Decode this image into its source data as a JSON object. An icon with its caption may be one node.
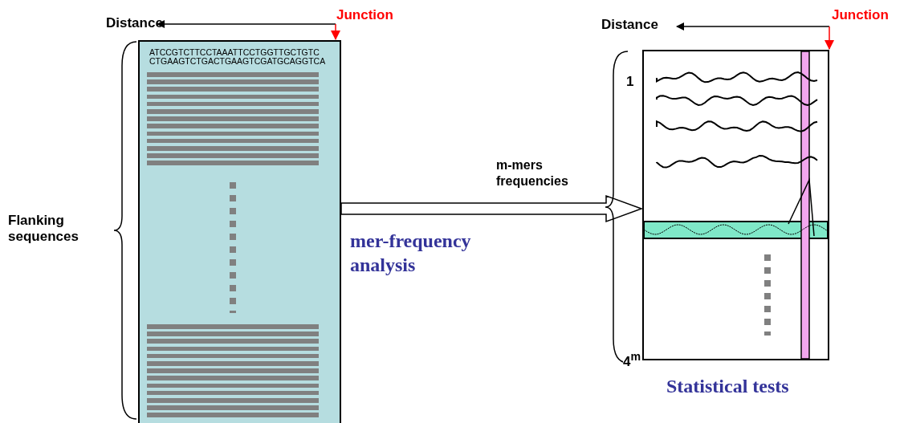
{
  "diagram": {
    "nodes": [
      {
        "text": [
          "ATCCGTCTTCCTAAATTCCTGGTTGCTGTC CTGAAGTCTGACTGAAGTCGATGCAGGTCA"
        ]
      },
      {
        "text": [],
        "shape": "box",
        "beside": [
          "Statistical tests"
        ]
      }
    ],
    "edges": [
      {
        "from": 0,
        "to": 1,
        "arrow": "to",
        "label": "mer-frequency analysis"
      }
    ],
    "labels": [
      "Distance",
      "Junction",
      "Distance",
      "Junction",
      "Flanking sequences",
      "m-mers frequencies",
      "1",
      "4$^{m}$"
    ]
  }
}
